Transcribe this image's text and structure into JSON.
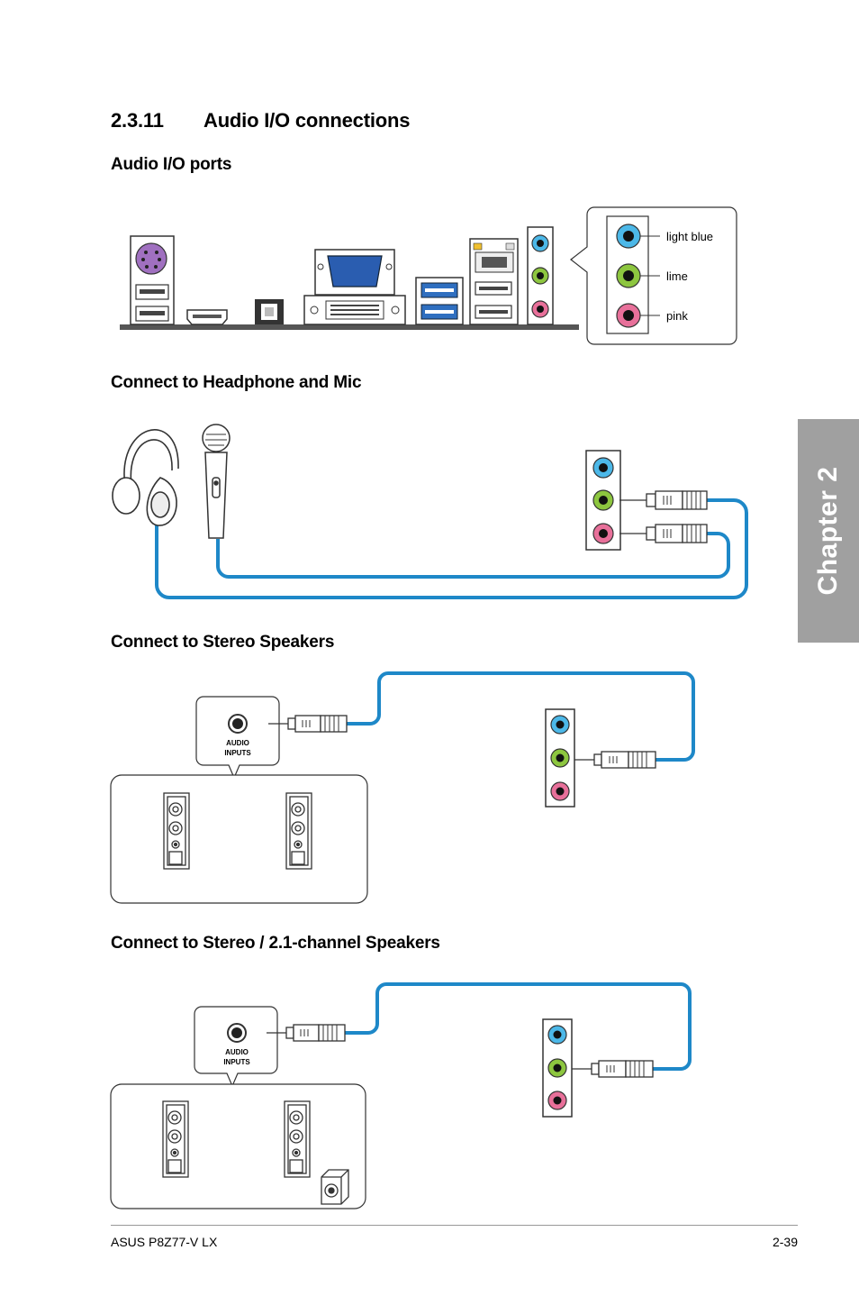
{
  "section": {
    "number": "2.3.11",
    "title": "Audio I/O connections"
  },
  "subheadings": {
    "ports": "Audio I/O ports",
    "headphone_mic": "Connect to Headphone and Mic",
    "stereo": "Connect to Stereo Speakers",
    "stereo21": "Connect to Stereo / 2.1-channel Speakers"
  },
  "port_labels": {
    "light_blue": "light blue",
    "lime": "lime",
    "pink": "pink"
  },
  "audio_inputs": {
    "line1": "AUDIO",
    "line2": "INPUTS"
  },
  "chapter_tab": "Chapter 2",
  "footer": {
    "left": "ASUS P8Z77-V LX",
    "right": "2-39"
  },
  "colors": {
    "light_blue": "#4cb8e8",
    "lime": "#8dc63f",
    "pink": "#e8709a",
    "cable": "#1e88c8",
    "ps2_purple": "#a070c0",
    "usb3_blue": "#2f6fc0",
    "tab_gray": "#a0a0a0"
  }
}
